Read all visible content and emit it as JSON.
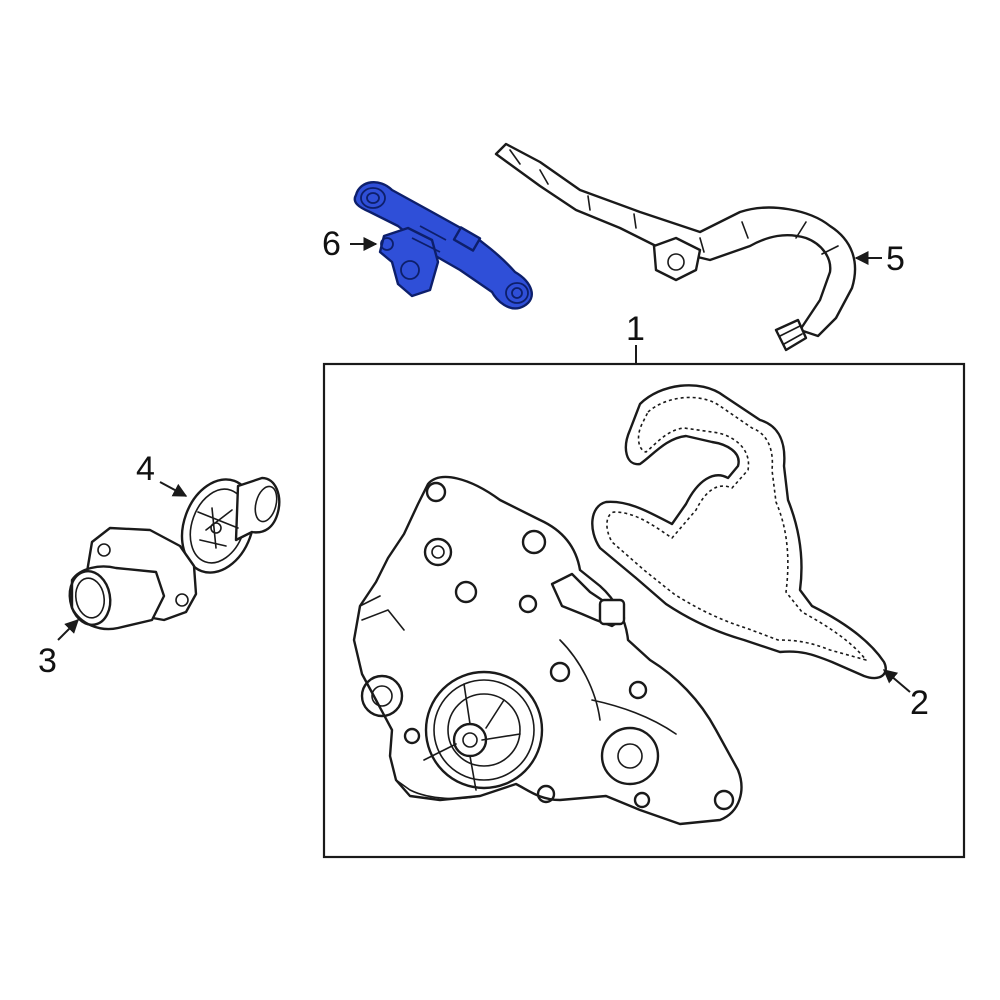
{
  "diagram": {
    "callouts": [
      {
        "id": "1",
        "label": "1"
      },
      {
        "id": "2",
        "label": "2"
      },
      {
        "id": "3",
        "label": "3"
      },
      {
        "id": "4",
        "label": "4"
      },
      {
        "id": "5",
        "label": "5"
      },
      {
        "id": "6",
        "label": "6"
      }
    ],
    "colors": {
      "highlight": "#2f4fd8",
      "line": "#1a1a1a",
      "background": "#ffffff"
    }
  }
}
